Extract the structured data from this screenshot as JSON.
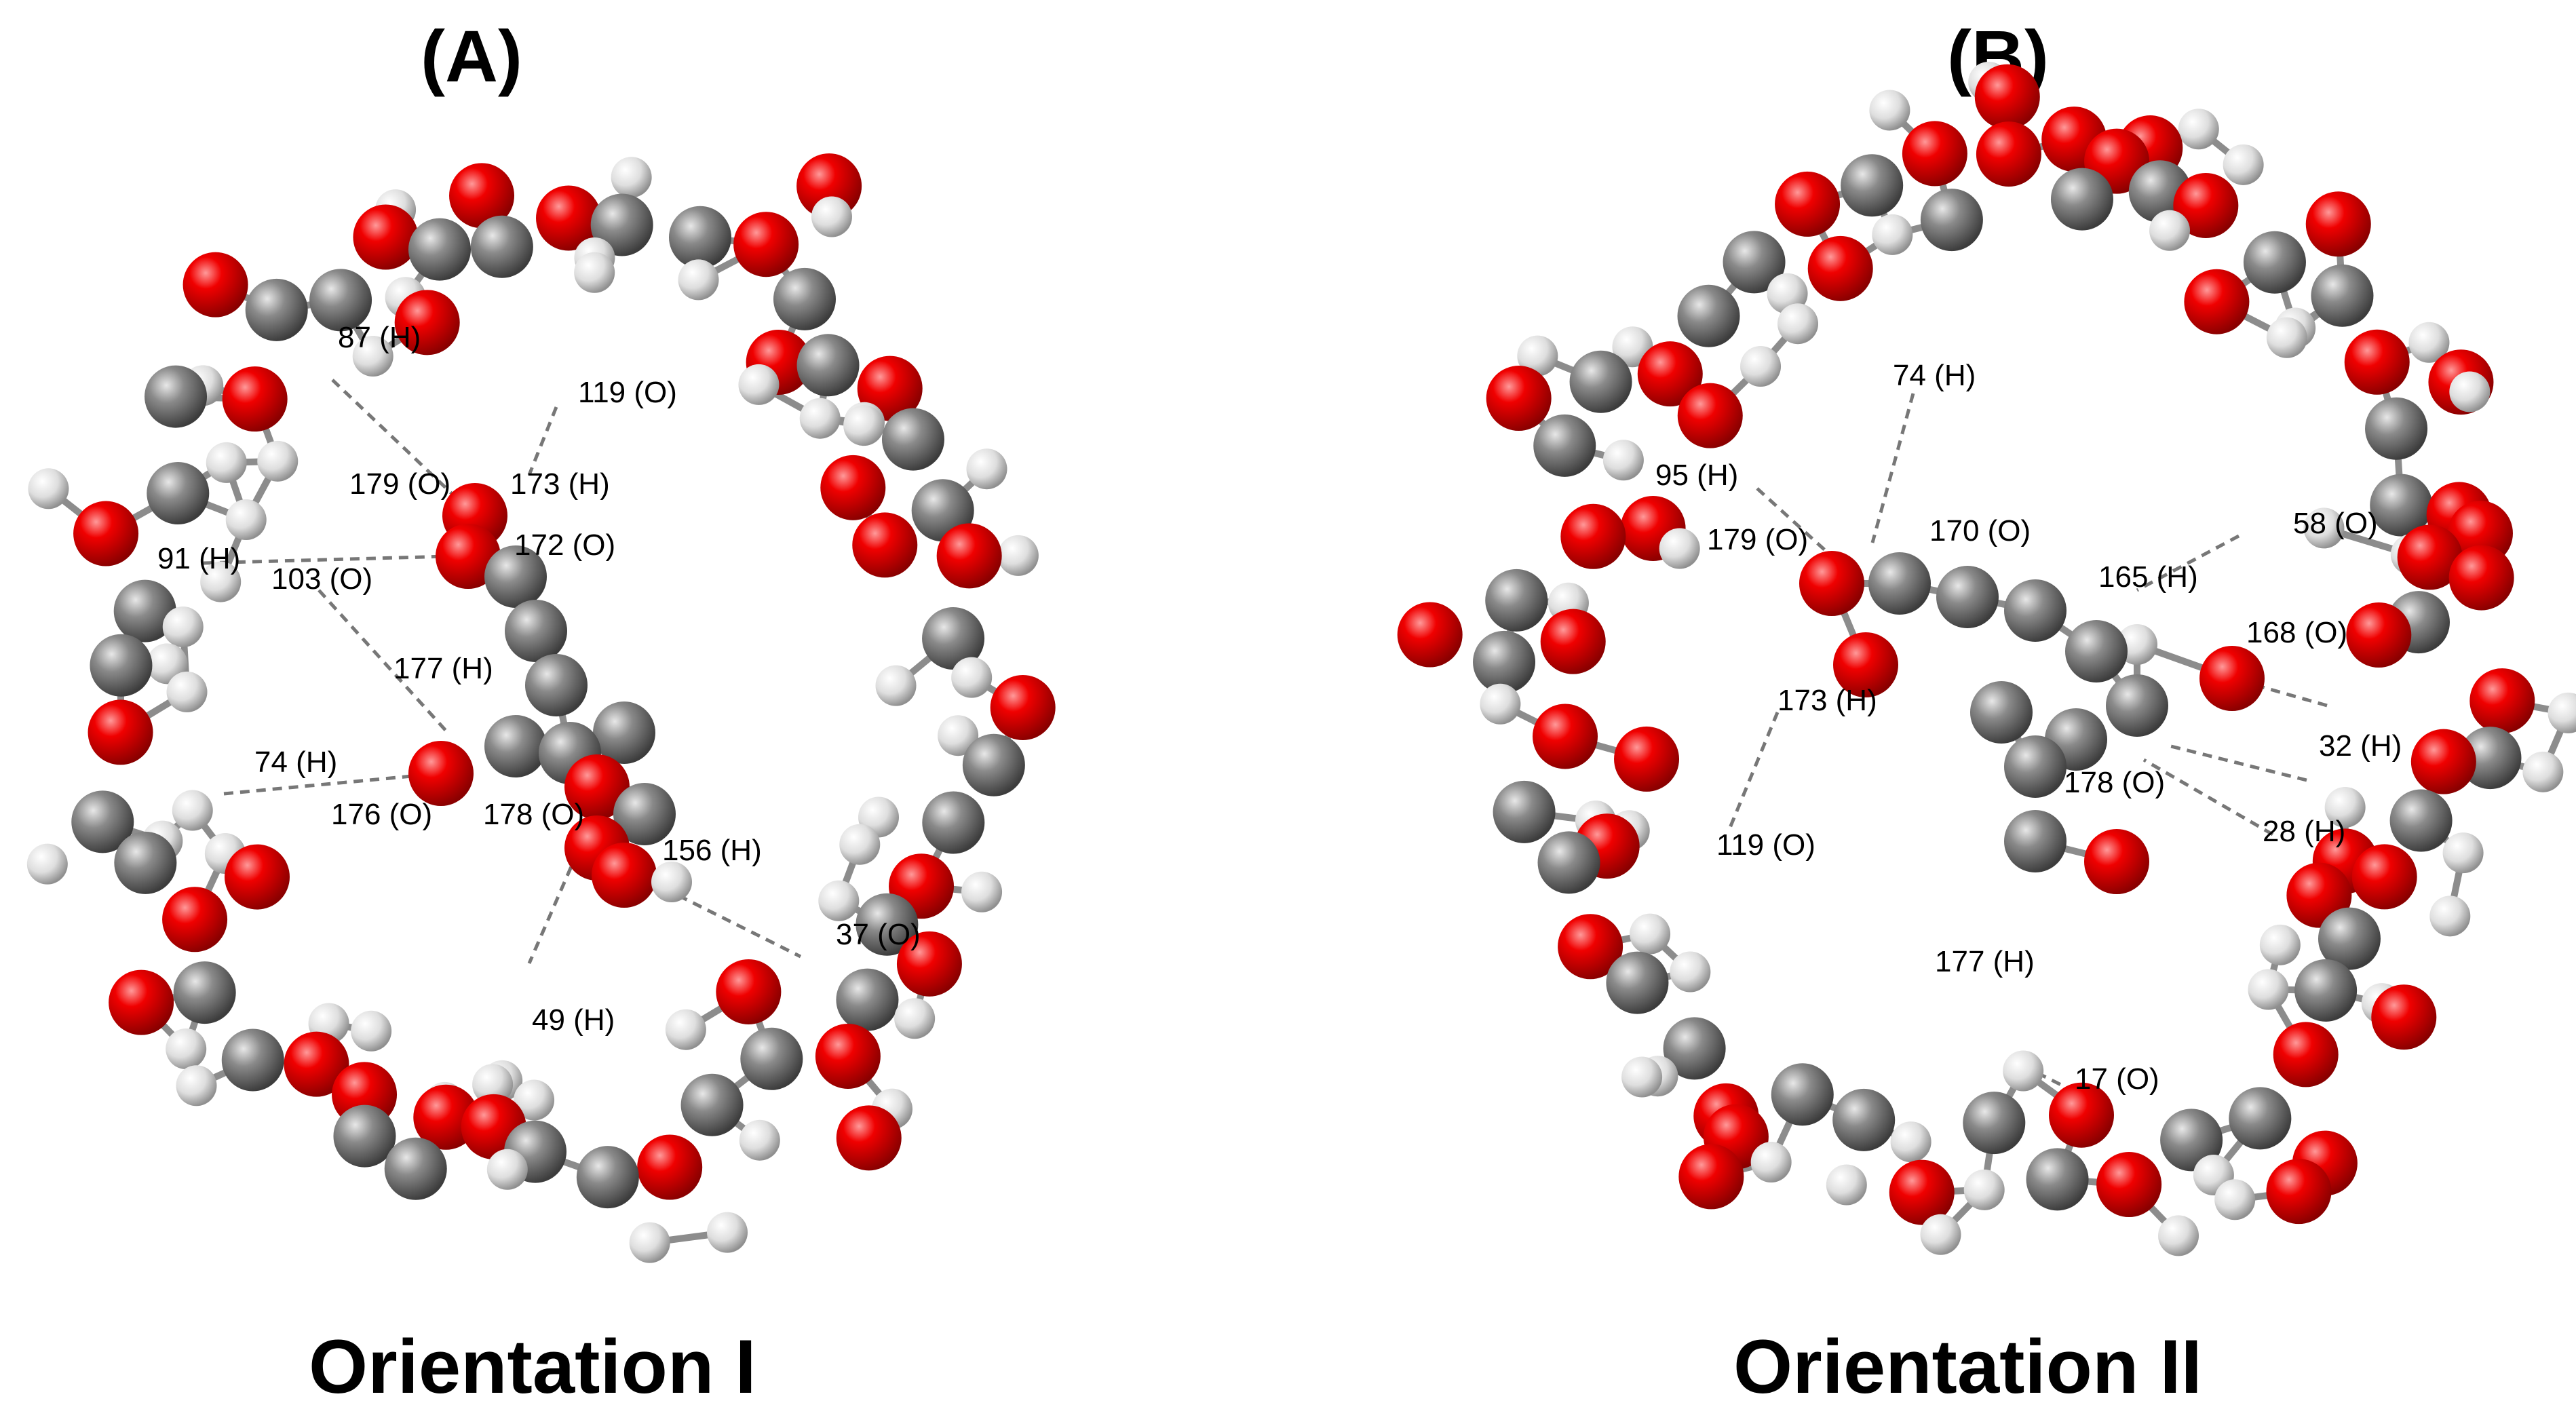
{
  "panels": [
    {
      "heading": "(A)",
      "caption": "Orientation I",
      "labels": [
        "87 (H)",
        "119 (O)",
        "179 (O)",
        "173 (H)",
        "172 (O)",
        "91 (H)",
        "103 (O)",
        "177 (H)",
        "74 (H)",
        "176 (O)",
        "178 (O)",
        "156 (H)",
        "37 (O)",
        "49 (H)"
      ]
    },
    {
      "heading": "(B)",
      "caption": "Orientation II",
      "labels": [
        "74 (H)",
        "95 (H)",
        "179 (O)",
        "170 (O)",
        "58 (O)",
        "165 (H)",
        "168 (O)",
        "173 (H)",
        "32 (H)",
        "178 (O)",
        "28 (H)",
        "119 (O)",
        "177 (H)",
        "17 (O)"
      ]
    }
  ],
  "colors": {
    "oxygen": "#e60000",
    "carbon": "#808080",
    "hydrogen": "#d8d8d8",
    "bond": "#8c8c8c",
    "hbond": "#777777"
  }
}
